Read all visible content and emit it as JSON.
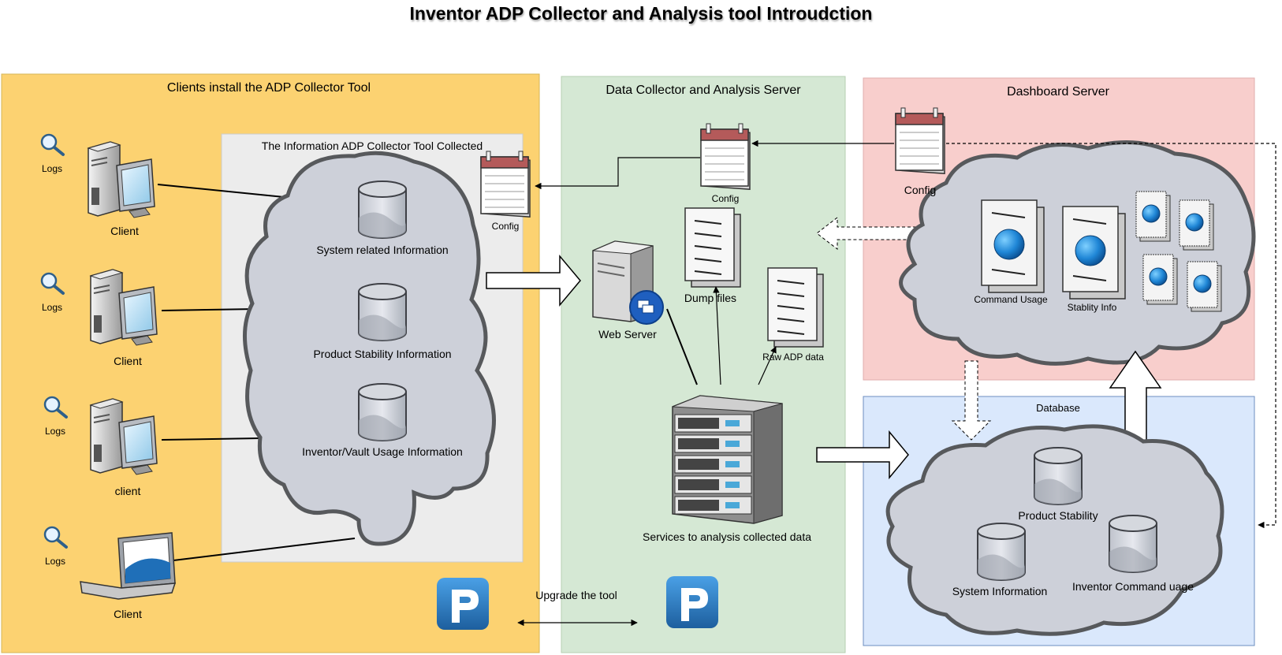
{
  "title": "Inventor ADP Collector and Analysis tool Introudction",
  "panels": {
    "clients": {
      "title": "Clients install the ADP Collector Tool",
      "collected_title": "The Information ADP Collector Tool Collected",
      "info_items": [
        "System related Information",
        "Product Stability Information",
        "Inventor/Vault Usage Information"
      ],
      "clients": [
        {
          "label": "Client",
          "logs": "Logs"
        },
        {
          "label": "Client",
          "logs": "Logs"
        },
        {
          "label": "client",
          "logs": "Logs"
        },
        {
          "label": "Client",
          "logs": "Logs"
        }
      ],
      "config": "Config"
    },
    "server": {
      "title": "Data Collector and Analysis Server",
      "config": "Config",
      "dump_files": "Dump files",
      "raw_data": "Raw ADP data",
      "web_server": "Web Server",
      "services": "Services to analysis collected data",
      "upgrade": "Upgrade the tool"
    },
    "dashboard": {
      "title": "Dashboard Server",
      "config": "Config",
      "command_usage": "Command Usage",
      "stability_info": "Stablity Info"
    },
    "database": {
      "title": "Database",
      "items": [
        "Product Stability",
        "System Information",
        "Inventor Command uage"
      ]
    }
  },
  "colors": {
    "clients_bg": "#fcd271",
    "server_bg": "#d5e8d4",
    "dashboard_bg": "#f8cecc",
    "database_bg": "#dae8fc",
    "collected_bg": "#ececec",
    "cloud_fill": "#cdd0d9",
    "cloud_stroke": "#57595c",
    "globe": "#1f86d6",
    "logo": "#2a73b8"
  }
}
